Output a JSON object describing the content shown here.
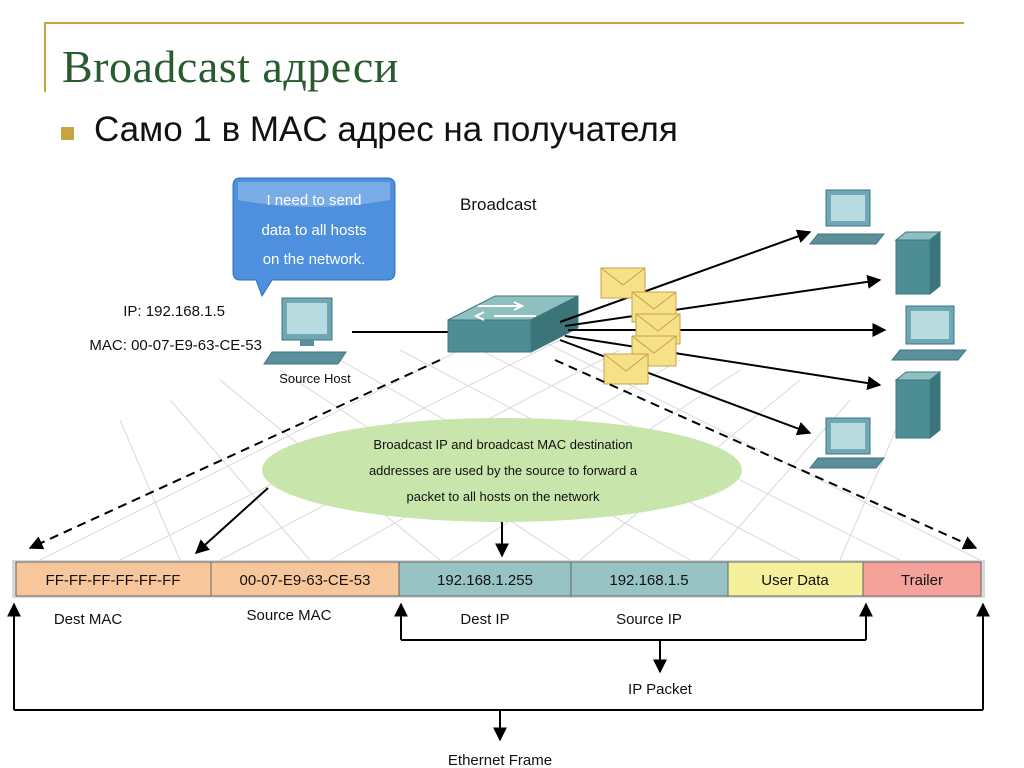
{
  "slide": {
    "title": "Broadcast адреси",
    "bullet": "Само 1 в MAC адрес на получателя"
  },
  "diagram": {
    "broadcast_label": "Broadcast",
    "speech_bubble": [
      "I need to send",
      "data to all hosts",
      "on the network."
    ],
    "source": {
      "ip_line": "IP: 192.168.1.5",
      "mac_line": "MAC: 00-07-E9-63-CE-53",
      "label": "Source Host"
    },
    "callout": [
      "Broadcast IP and broadcast MAC destination",
      "addresses are used by the source to forward a",
      "packet to all hosts on the network"
    ],
    "frame_fields": [
      {
        "value": "FF-FF-FF-FF-FF-FF",
        "label": "Dest MAC",
        "color": "#f7c79b"
      },
      {
        "value": "00-07-E9-63-CE-53",
        "label": "Source MAC",
        "color": "#f7c79b"
      },
      {
        "value": "192.168.1.255",
        "label": "Dest IP",
        "color": "#97c3c5"
      },
      {
        "value": "192.168.1.5",
        "label": "Source IP",
        "color": "#97c3c5"
      },
      {
        "value": "User Data",
        "label": "",
        "color": "#f5f09b"
      },
      {
        "value": "Trailer",
        "label": "",
        "color": "#f5a29b"
      }
    ],
    "ip_packet_label": "IP Packet",
    "ethernet_frame_label": "Ethernet Frame",
    "colors": {
      "title": "#2a5a30",
      "accent": "#c9a243",
      "switch_top": "#8fc0c0",
      "switch_front": "#4d8e93",
      "callout_fill": "#c8e6ab",
      "bubble_fill": "#4e90de"
    }
  }
}
